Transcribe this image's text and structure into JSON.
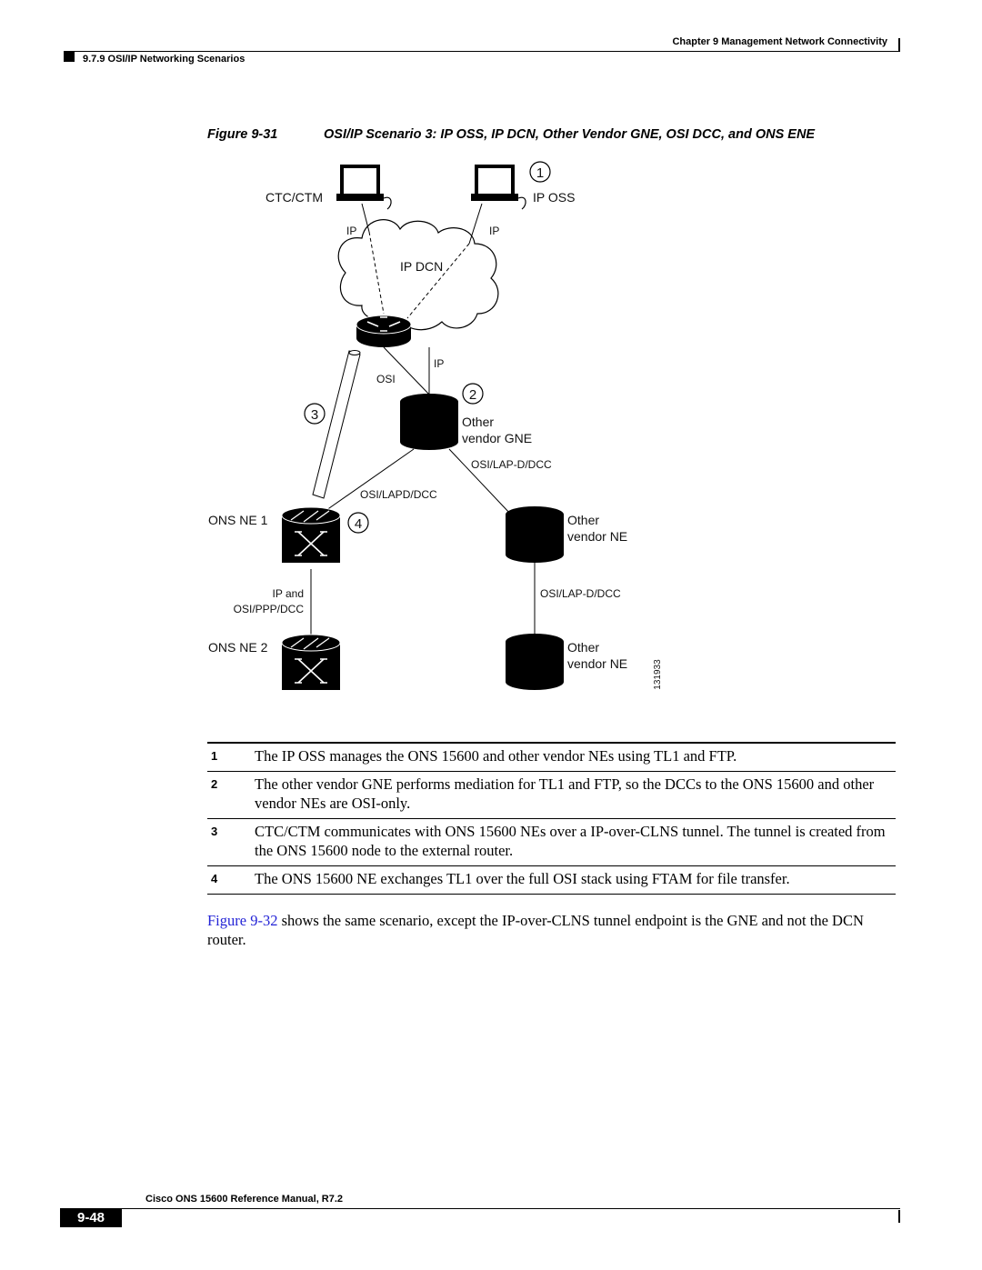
{
  "header": {
    "chapter": "Chapter 9 Management Network Connectivity",
    "section": "9.7.9 OSI/IP Networking Scenarios"
  },
  "figure": {
    "number": "Figure 9-31",
    "title": "OSI/IP Scenario 3: IP OSS, IP DCN, Other Vendor GNE, OSI DCC, and ONS ENE",
    "labels": {
      "ctc_ctm": "CTC/CTM",
      "ip_oss": "IP OSS",
      "ip_left": "IP",
      "ip_right": "IP",
      "ip_dcn": "IP DCN",
      "ip_mid": "IP",
      "osi": "OSI",
      "gne_line1": "Other",
      "gne_line2": "vendor GNE",
      "osi_lapd_dcc_right": "OSI/LAP-D/DCC",
      "osi_lapd_dcc": "OSI/LAPD/DCC",
      "ons_ne1": "ONS NE 1",
      "ne1_line1": "Other",
      "ne1_line2": "vendor NE",
      "ip_and": "IP and",
      "osi_ppp_dcc": "OSI/PPP/DCC",
      "osi_lapd_dcc_lower": "OSI/LAP-D/DCC",
      "ons_ne2": "ONS NE 2",
      "ne2_line1": "Other",
      "ne2_line2": "vendor NE",
      "art_id": "131933"
    },
    "callouts": [
      "1",
      "2",
      "3",
      "4"
    ]
  },
  "legend": [
    {
      "key": "1",
      "text": "The IP OSS manages the ONS 15600 and other vendor NEs using TL1 and FTP."
    },
    {
      "key": "2",
      "text": "The other vendor GNE performs mediation for TL1 and FTP, so the DCCs to the ONS 15600 and other vendor NEs are OSI-only."
    },
    {
      "key": "3",
      "text": "CTC/CTM communicates with ONS 15600 NEs over a IP-over-CLNS tunnel. The tunnel is created from the ONS 15600 node to the external router."
    },
    {
      "key": "4",
      "text": "The ONS 15600 NE exchanges TL1 over the full OSI stack using FTAM for file transfer."
    }
  ],
  "paragraph": {
    "link": "Figure 9-32",
    "text": " shows the same scenario, except the IP-over-CLNS tunnel endpoint is the GNE and not the DCN router."
  },
  "footer": {
    "title": "Cisco ONS 15600 Reference Manual, R7.2",
    "page": "9-48"
  },
  "colors": {
    "link": "#2323d6"
  }
}
